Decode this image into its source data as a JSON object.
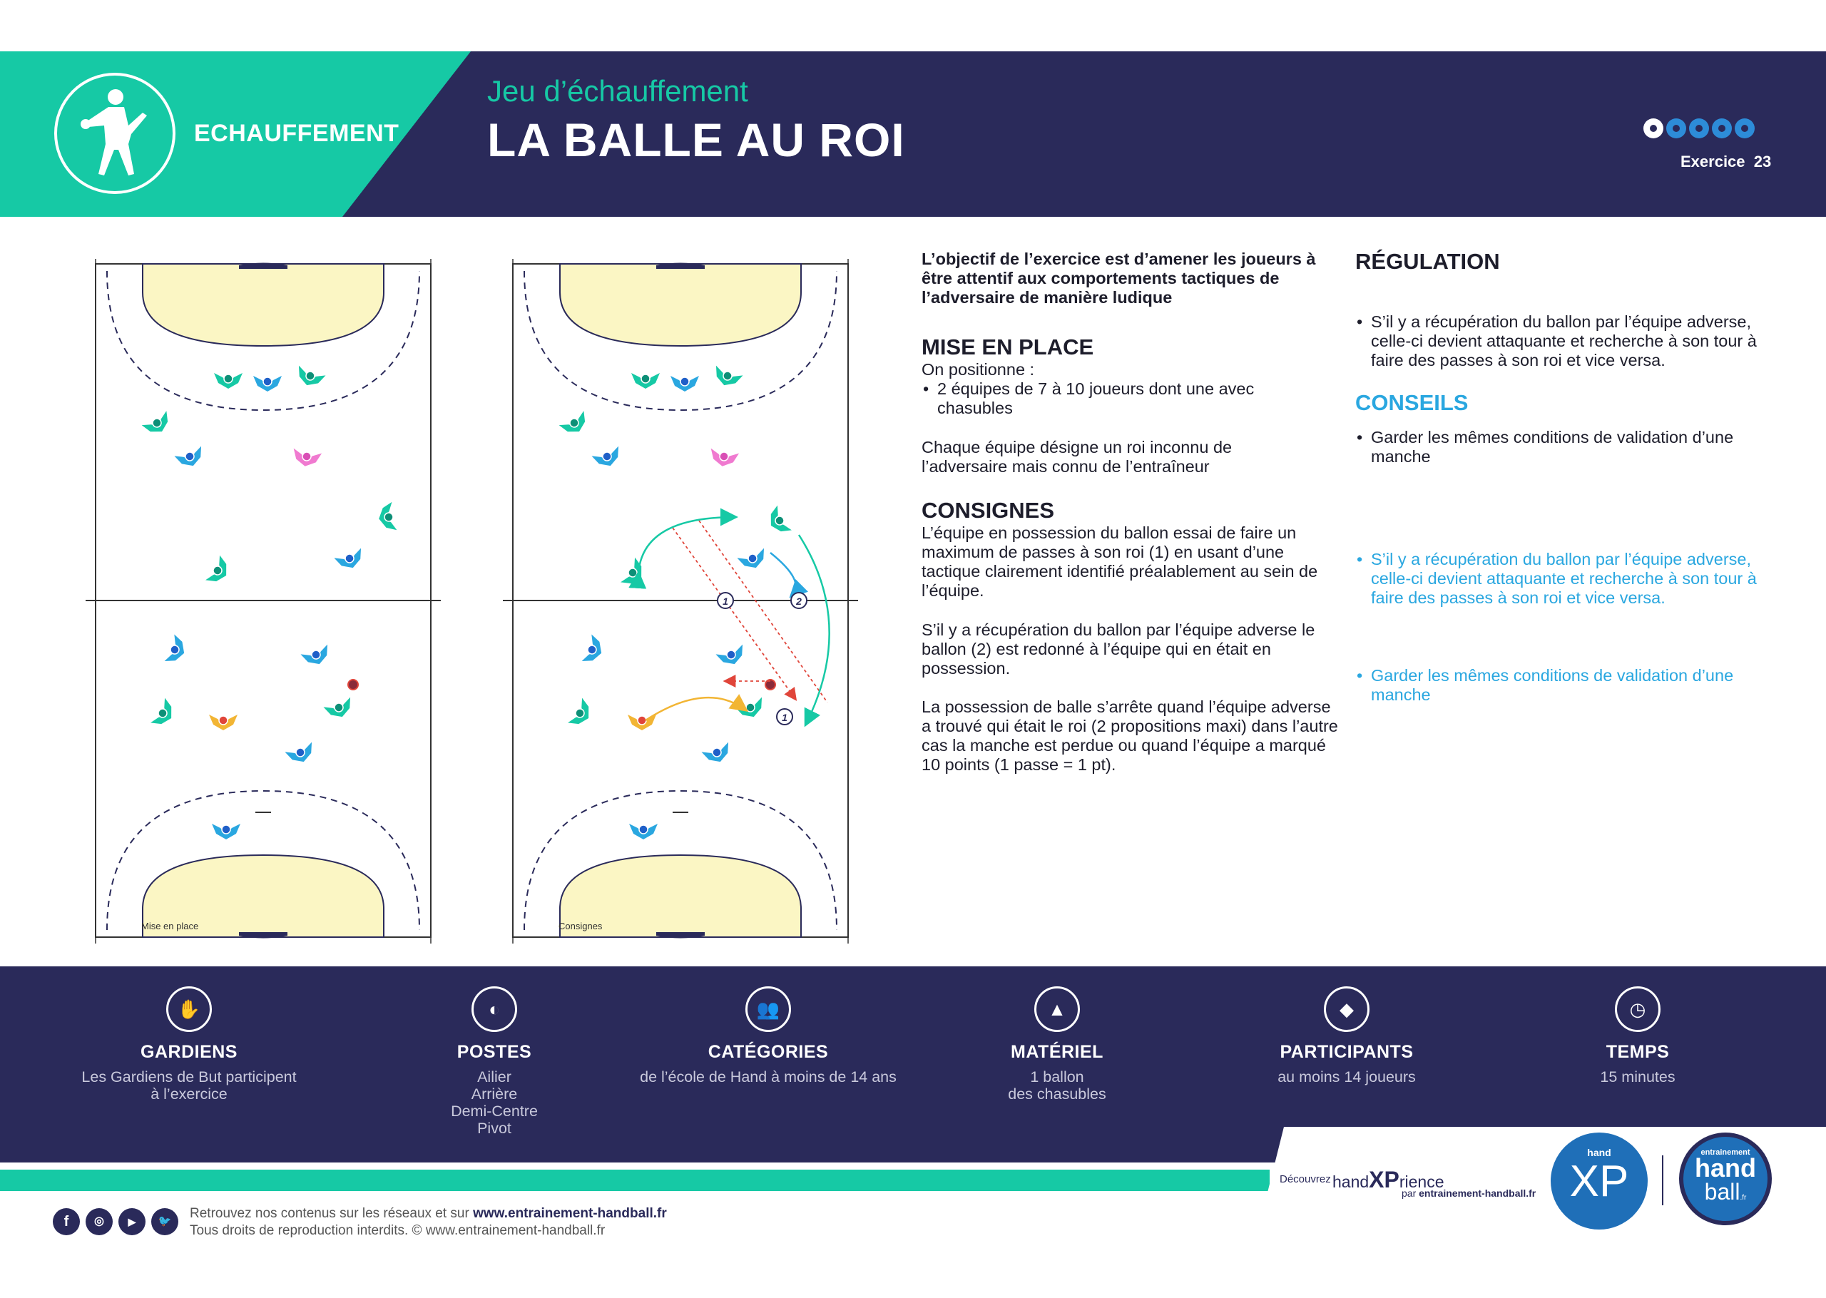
{
  "header": {
    "category": "ECHAUFFEMENT",
    "subtitle": "Jeu d’échauffement",
    "title": "LA BALLE AU ROI",
    "difficulty": 1,
    "difficulty_max": 5,
    "exercise_label": "Exercice",
    "exercise_number": "23"
  },
  "diagrams": {
    "left_caption": "Mise en place",
    "right_caption": "Consignes",
    "pass_labels": [
      "1",
      "2",
      "1"
    ]
  },
  "content": {
    "objective": "L’objectif de l’exercice est d’amener les joueurs à être attentif aux comportements tactiques de l’adversaire de manière ludique",
    "setup_title": "MISE EN PLACE",
    "setup_intro": "On positionne :",
    "setup_bullet": "2 équipes de 7 à 10 joueurs dont une avec chasubles",
    "setup_text": "Chaque équipe désigne un roi inconnu de l’adversaire mais connu de l’entraîneur",
    "instructions_title": "CONSIGNES",
    "instructions_p1": "L’équipe en possession du ballon essai de faire un maximum de passes à son roi (1) en usant d’une tactique clairement identifié préalablement au sein de l’équipe.",
    "instructions_p2": "S’il y a récupération du ballon par l’équipe adverse le ballon (2) est redonné à l’équipe qui en était en possession.",
    "instructions_p3": "La possession de balle s’arrête quand l’équipe adverse a trouvé qui était le roi (2 propositions maxi) dans l’autre cas la manche est perdue ou quand l’équipe a marqué 10 points (1 passe = 1 pt).",
    "regulation_title": "RÉGULATION",
    "regulation_bullets": [
      "S’il y a récupération du ballon par l’équipe adverse, celle-ci devient attaquante et recherche à son tour à faire des passes à son roi et vice versa.",
      "Garder les mêmes conditions de validation d’une manche"
    ],
    "advice_title": "CONSEILS",
    "advice_bullets": [
      "S’il y a récupération du ballon par l’équipe adverse, celle-ci devient attaquante et recherche à son tour à faire des passes à son roi et vice versa.",
      "Garder les mêmes conditions de validation d’une manche"
    ]
  },
  "footer": {
    "items": [
      {
        "title": "GARDIENS",
        "lines": [
          "Les Gardiens de But participent",
          "à l’exercice"
        ],
        "icon": "goalkeeper-icon"
      },
      {
        "title": "POSTES",
        "lines": [
          "Ailier",
          "Arrière",
          "Demi-Centre",
          "Pivot"
        ],
        "icon": "court-positions-icon"
      },
      {
        "title": "CATÉGORIES",
        "lines": [
          "de l’école de Hand à moins de 14 ans"
        ],
        "icon": "group-icon"
      },
      {
        "title": "MATÉRIEL",
        "lines": [
          "1 ballon",
          "des chasubles"
        ],
        "icon": "cone-icon"
      },
      {
        "title": "PARTICIPANTS",
        "lines": [
          "au moins 14 joueurs"
        ],
        "icon": "players-icon"
      },
      {
        "title": "TEMPS",
        "lines": [
          "15 minutes"
        ],
        "icon": "clock-icon"
      }
    ],
    "social_text": "Retrouvez nos contenus sur les réseaux et sur",
    "social_link": "www.entrainement-handball.fr",
    "copyright": "Tous droits de reproduction interdits. © www.entrainement-handball.fr",
    "promo_discover": "Découvrez",
    "promo_brand_hand": "hand",
    "promo_brand_xp": "XP",
    "promo_brand_rience": "rience",
    "promo_by": "par",
    "promo_by_link": "entrainement-handball.fr",
    "logo_xp_small": "hand",
    "logo_xp_big": "XP",
    "logo_eh_top": "entrainement",
    "logo_eh_mid": "hand",
    "logo_eh_bot": "ball",
    "logo_eh_suffix": ".fr"
  },
  "colors": {
    "navy": "#2a2a5a",
    "green": "#16c9a5",
    "light_blue": "#2aa7e0",
    "area_fill": "#fbf6c4"
  }
}
